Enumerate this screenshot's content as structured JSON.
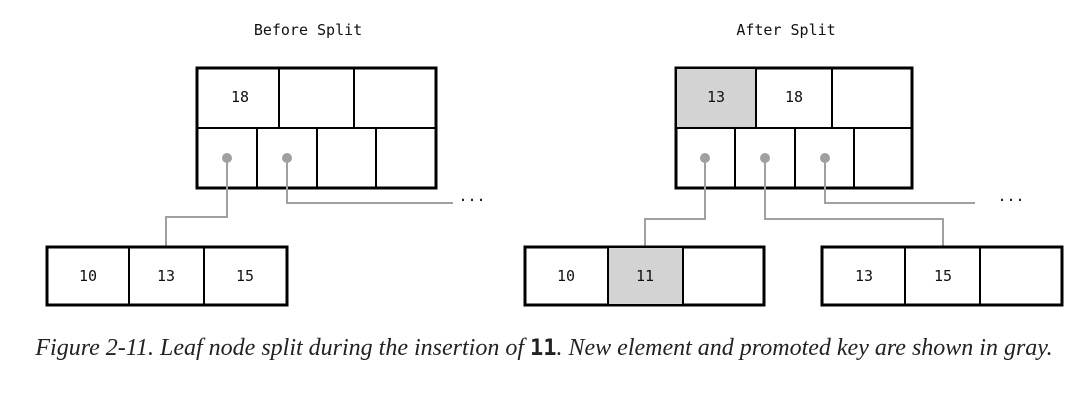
{
  "diagram": {
    "before_title": "Before Split",
    "after_title": "After Split",
    "ellipsis": "...",
    "before": {
      "root_keys": [
        "18",
        "",
        ""
      ],
      "leaf_keys": [
        "10",
        "13",
        "15"
      ]
    },
    "after": {
      "root_keys": [
        "13",
        "18",
        ""
      ],
      "left_leaf_keys": [
        "10",
        "11",
        ""
      ],
      "right_leaf_keys": [
        "13",
        "15",
        ""
      ]
    },
    "colors": {
      "highlight": "#d3d3d3",
      "pointer": "#a0a0a0",
      "border": "#000000"
    }
  },
  "caption": {
    "prefix": "Figure 2-11. Leaf node split during the insertion of ",
    "code": "11",
    "suffix": ". New element and promoted key are shown in gray."
  }
}
